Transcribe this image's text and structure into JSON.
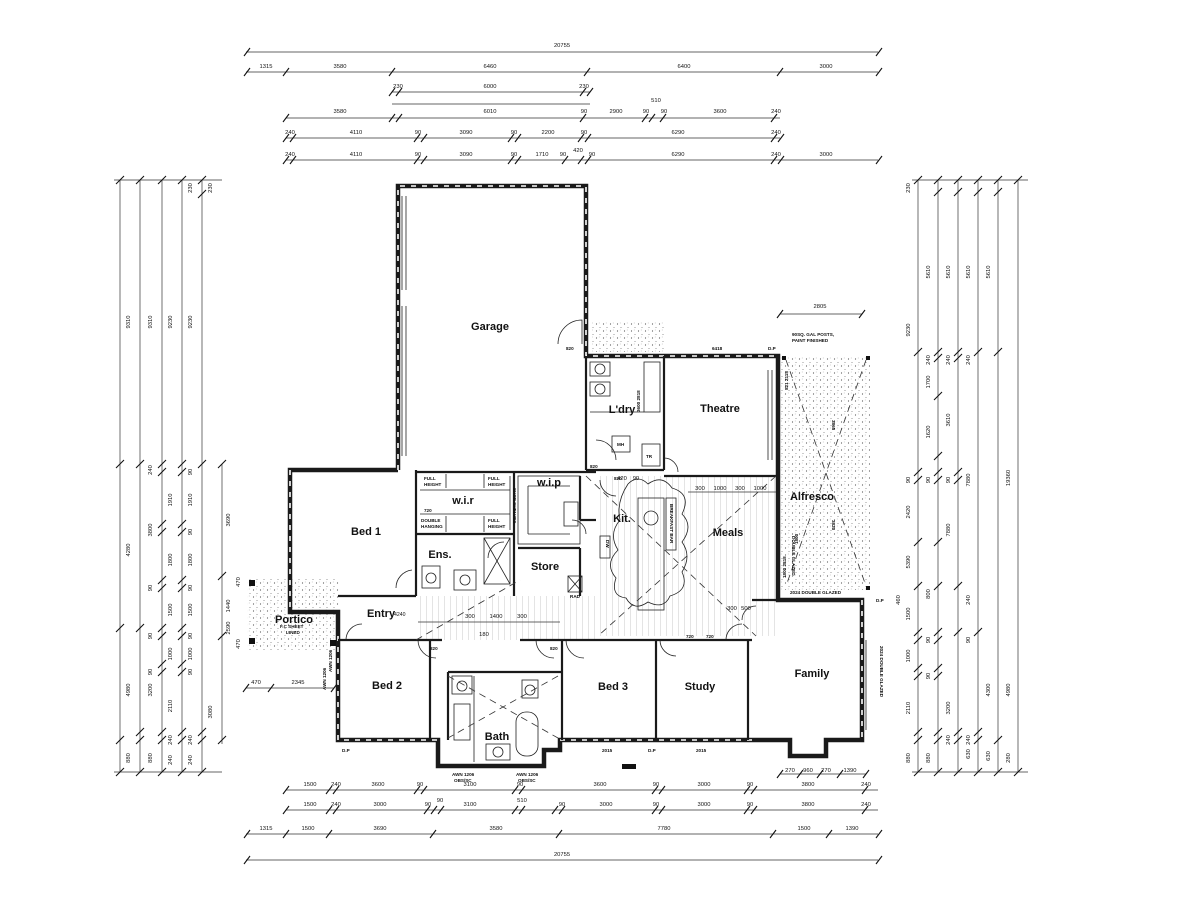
{
  "rooms": {
    "garage": "Garage",
    "theatre": "Theatre",
    "laundry": "L'dry",
    "wir": "w.i.r",
    "wip": "w.i.p",
    "bed1": "Bed 1",
    "ensuite": "Ens.",
    "kitchen": "Kit.",
    "meals": "Meals",
    "alfresco": "Alfresco",
    "store": "Store",
    "entry": "Entry",
    "portico": "Portico",
    "bed2": "Bed 2",
    "bed3": "Bed 3",
    "study": "Study",
    "family": "Family",
    "bath": "Bath"
  },
  "notes": {
    "full_height_1": "FULL",
    "full_height_1b": "HEIGHT",
    "full_height_2": "FULL",
    "full_height_2b": "HEIGHT",
    "double_hanging_a": "DOUBLE",
    "double_hanging_b": "HANGING",
    "full_height_3": "FULL",
    "full_height_3b": "HEIGHT",
    "shoe_shelves": "SHOE SHELVES",
    "posts_a": "90SQ. GAL POSTS,",
    "posts_b": "PAINT FINISHED",
    "portico_a": "F.C SHEET",
    "portico_b": "LINED",
    "mh": "MH",
    "tr": "TR",
    "dw": "DW",
    "rad": "RAD",
    "breakfast_bar": "BREAKFAST BAR",
    "double_glazed_left": "DOUBLE GLAZED",
    "double_glazed_bottom": "2024 DOUBLE GLAZED",
    "double_glazed_family": "2024 DOUBLE GLAZED",
    "dp1": "D.P",
    "dp2": "D.P",
    "dp3": "D.P",
    "dp4": "D.P",
    "awn_a": "AWN 1206",
    "awn_a2": "OBS/SC",
    "awn_b": "AWN 1206",
    "awn_b2": "OBS/SC",
    "awn_bed2_a": "AWN 1206",
    "awn_bed2_b": "AWN 1206",
    "d820a": "820",
    "d820b": "820",
    "d820c": "820",
    "d820d": "820",
    "d820e": "820",
    "d720": "720",
    "d720b": "720",
    "d720c": "720",
    "d4240": "4240",
    "d6418": "6418",
    "d2015a": "2015",
    "d2015b": "2015",
    "w1800a": "1800",
    "w3865": "3865",
    "w3820": "3820",
    "w2618": "821 2118",
    "w2818": "1800 2818",
    "w3600": "3600 2818"
  },
  "top_dims": {
    "row1": [
      "20755"
    ],
    "row2": [
      "1315",
      "3580",
      "6460",
      "6400",
      "3000"
    ],
    "row3": [
      "230",
      "6000",
      "230"
    ],
    "row3b": [
      "510"
    ],
    "row4": [
      "3580",
      "6010",
      "90",
      "2900",
      "90",
      "90",
      "3600",
      "240"
    ],
    "row5": [
      "240",
      "4110",
      "90",
      "3090",
      "90",
      "2200",
      "90",
      "6290",
      "240"
    ],
    "row6": [
      "240",
      "4110",
      "90",
      "3090",
      "90",
      "1710",
      "90",
      "420",
      "90",
      "6290",
      "240",
      "3000"
    ],
    "alfresco": [
      "2805"
    ]
  },
  "bottom_dims": {
    "row1": [
      "270",
      "960",
      "270",
      "1390"
    ],
    "row2": [
      "1500",
      "240",
      "3600",
      "90",
      "3100",
      "90",
      "3600",
      "90",
      "3000",
      "90",
      "3800",
      "240"
    ],
    "row3": [
      "1500",
      "240",
      "3000",
      "90",
      "90",
      "3100",
      "510",
      "90",
      "3000",
      "90",
      "3000",
      "90",
      "3800",
      "240"
    ],
    "row4": [
      "1315",
      "1500",
      "3690",
      "3580",
      "7780",
      "1500",
      "1390"
    ],
    "row5": [
      "20755"
    ],
    "portico": [
      "470",
      "2345"
    ],
    "entry": [
      "300",
      "1400",
      "300",
      "180"
    ],
    "kitchen": [
      "300",
      "1000",
      "300",
      "1000"
    ],
    "meals": [
      "300",
      "500"
    ],
    "wip": [
      "420",
      "90"
    ]
  },
  "left_dims": {
    "col1": [
      "9310",
      "4280",
      "4980",
      "880"
    ],
    "col2": [
      "9310",
      "3800",
      "3200",
      "880"
    ],
    "col3": [
      "9230",
      "1910",
      "1800",
      "1500",
      "1000",
      "2110",
      "240",
      "240"
    ],
    "col4": [
      "230",
      "9230",
      "90",
      "1910",
      "90",
      "1800",
      "90",
      "1500",
      "90",
      "1000",
      "90",
      "3080",
      "240",
      "240"
    ],
    "col5": [
      "230",
      "3690",
      "1440",
      "2590",
      "470",
      "470"
    ],
    "extra": [
      "240",
      "90",
      "90",
      "90"
    ]
  },
  "right_dims": {
    "col1": [
      "230",
      "5610",
      "9230",
      "90",
      "240",
      "1700",
      "1620",
      "2420",
      "5390",
      "1500",
      "1000",
      "2110",
      "880"
    ],
    "col2": [
      "5610",
      "240",
      "3610",
      "7880",
      "90",
      "90",
      "800",
      "90",
      "90",
      "3200",
      "240",
      "880"
    ],
    "col3": [
      "5610",
      "240",
      "7880",
      "90",
      "240",
      "4300",
      "630",
      "240"
    ],
    "col4": [
      "5610",
      "19360",
      "4980",
      "280",
      "630"
    ],
    "col5": [
      "460"
    ]
  }
}
